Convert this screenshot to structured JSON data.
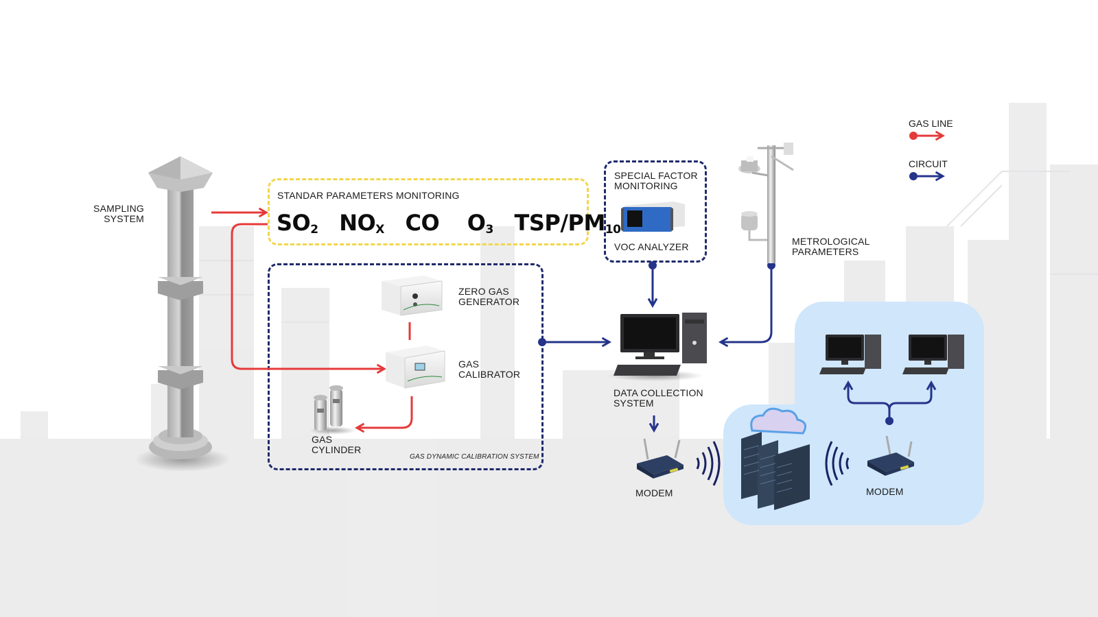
{
  "legend": {
    "items": [
      {
        "label": "GAS LINE",
        "color": "#e53a3a"
      },
      {
        "label": "CIRCUIT",
        "color": "#24348a"
      }
    ]
  },
  "sampling": {
    "label_line1": "SAMPLING",
    "label_line2": "SYSTEM"
  },
  "standard_monitoring": {
    "title": "STANDAR PARAMETERS MONITORING",
    "parameters": [
      {
        "base": "SO",
        "sub": "2"
      },
      {
        "base": "NO",
        "sub": "X"
      },
      {
        "base": "CO",
        "sub": ""
      },
      {
        "base": "O",
        "sub": "3"
      },
      {
        "base": "TSP/PM",
        "sub": "10"
      }
    ],
    "border_color": "#f2d64b"
  },
  "special_factor": {
    "title_line1": "SPECIAL FACTOR",
    "title_line2": "MONITORING",
    "device_label": "VOC ANALYZER"
  },
  "meteorological": {
    "label_line1": "METROLOGICAL",
    "label_line2": "PARAMETERS"
  },
  "calibration": {
    "zero_gas_line1": "ZERO GAS",
    "zero_gas_line2": "GENERATOR",
    "calibrator_line1": "GAS",
    "calibrator_line2": "CALIBRATOR",
    "cylinder_line1": "GAS",
    "cylinder_line2": "CYLINDER",
    "system_name": "GAS DYNAMIC CALIBRATION SYSTEM"
  },
  "data_collection": {
    "label_line1": "DATA COLLECTION",
    "label_line2": "SYSTEM"
  },
  "network": {
    "modem_left_label": "MODEM",
    "modem_right_label": "MODEM",
    "panel_color": "#cfe6fb"
  },
  "colors": {
    "gas_line": "#e53a3a",
    "circuit": "#24348a",
    "dashed_border": "#1f2a6b"
  }
}
